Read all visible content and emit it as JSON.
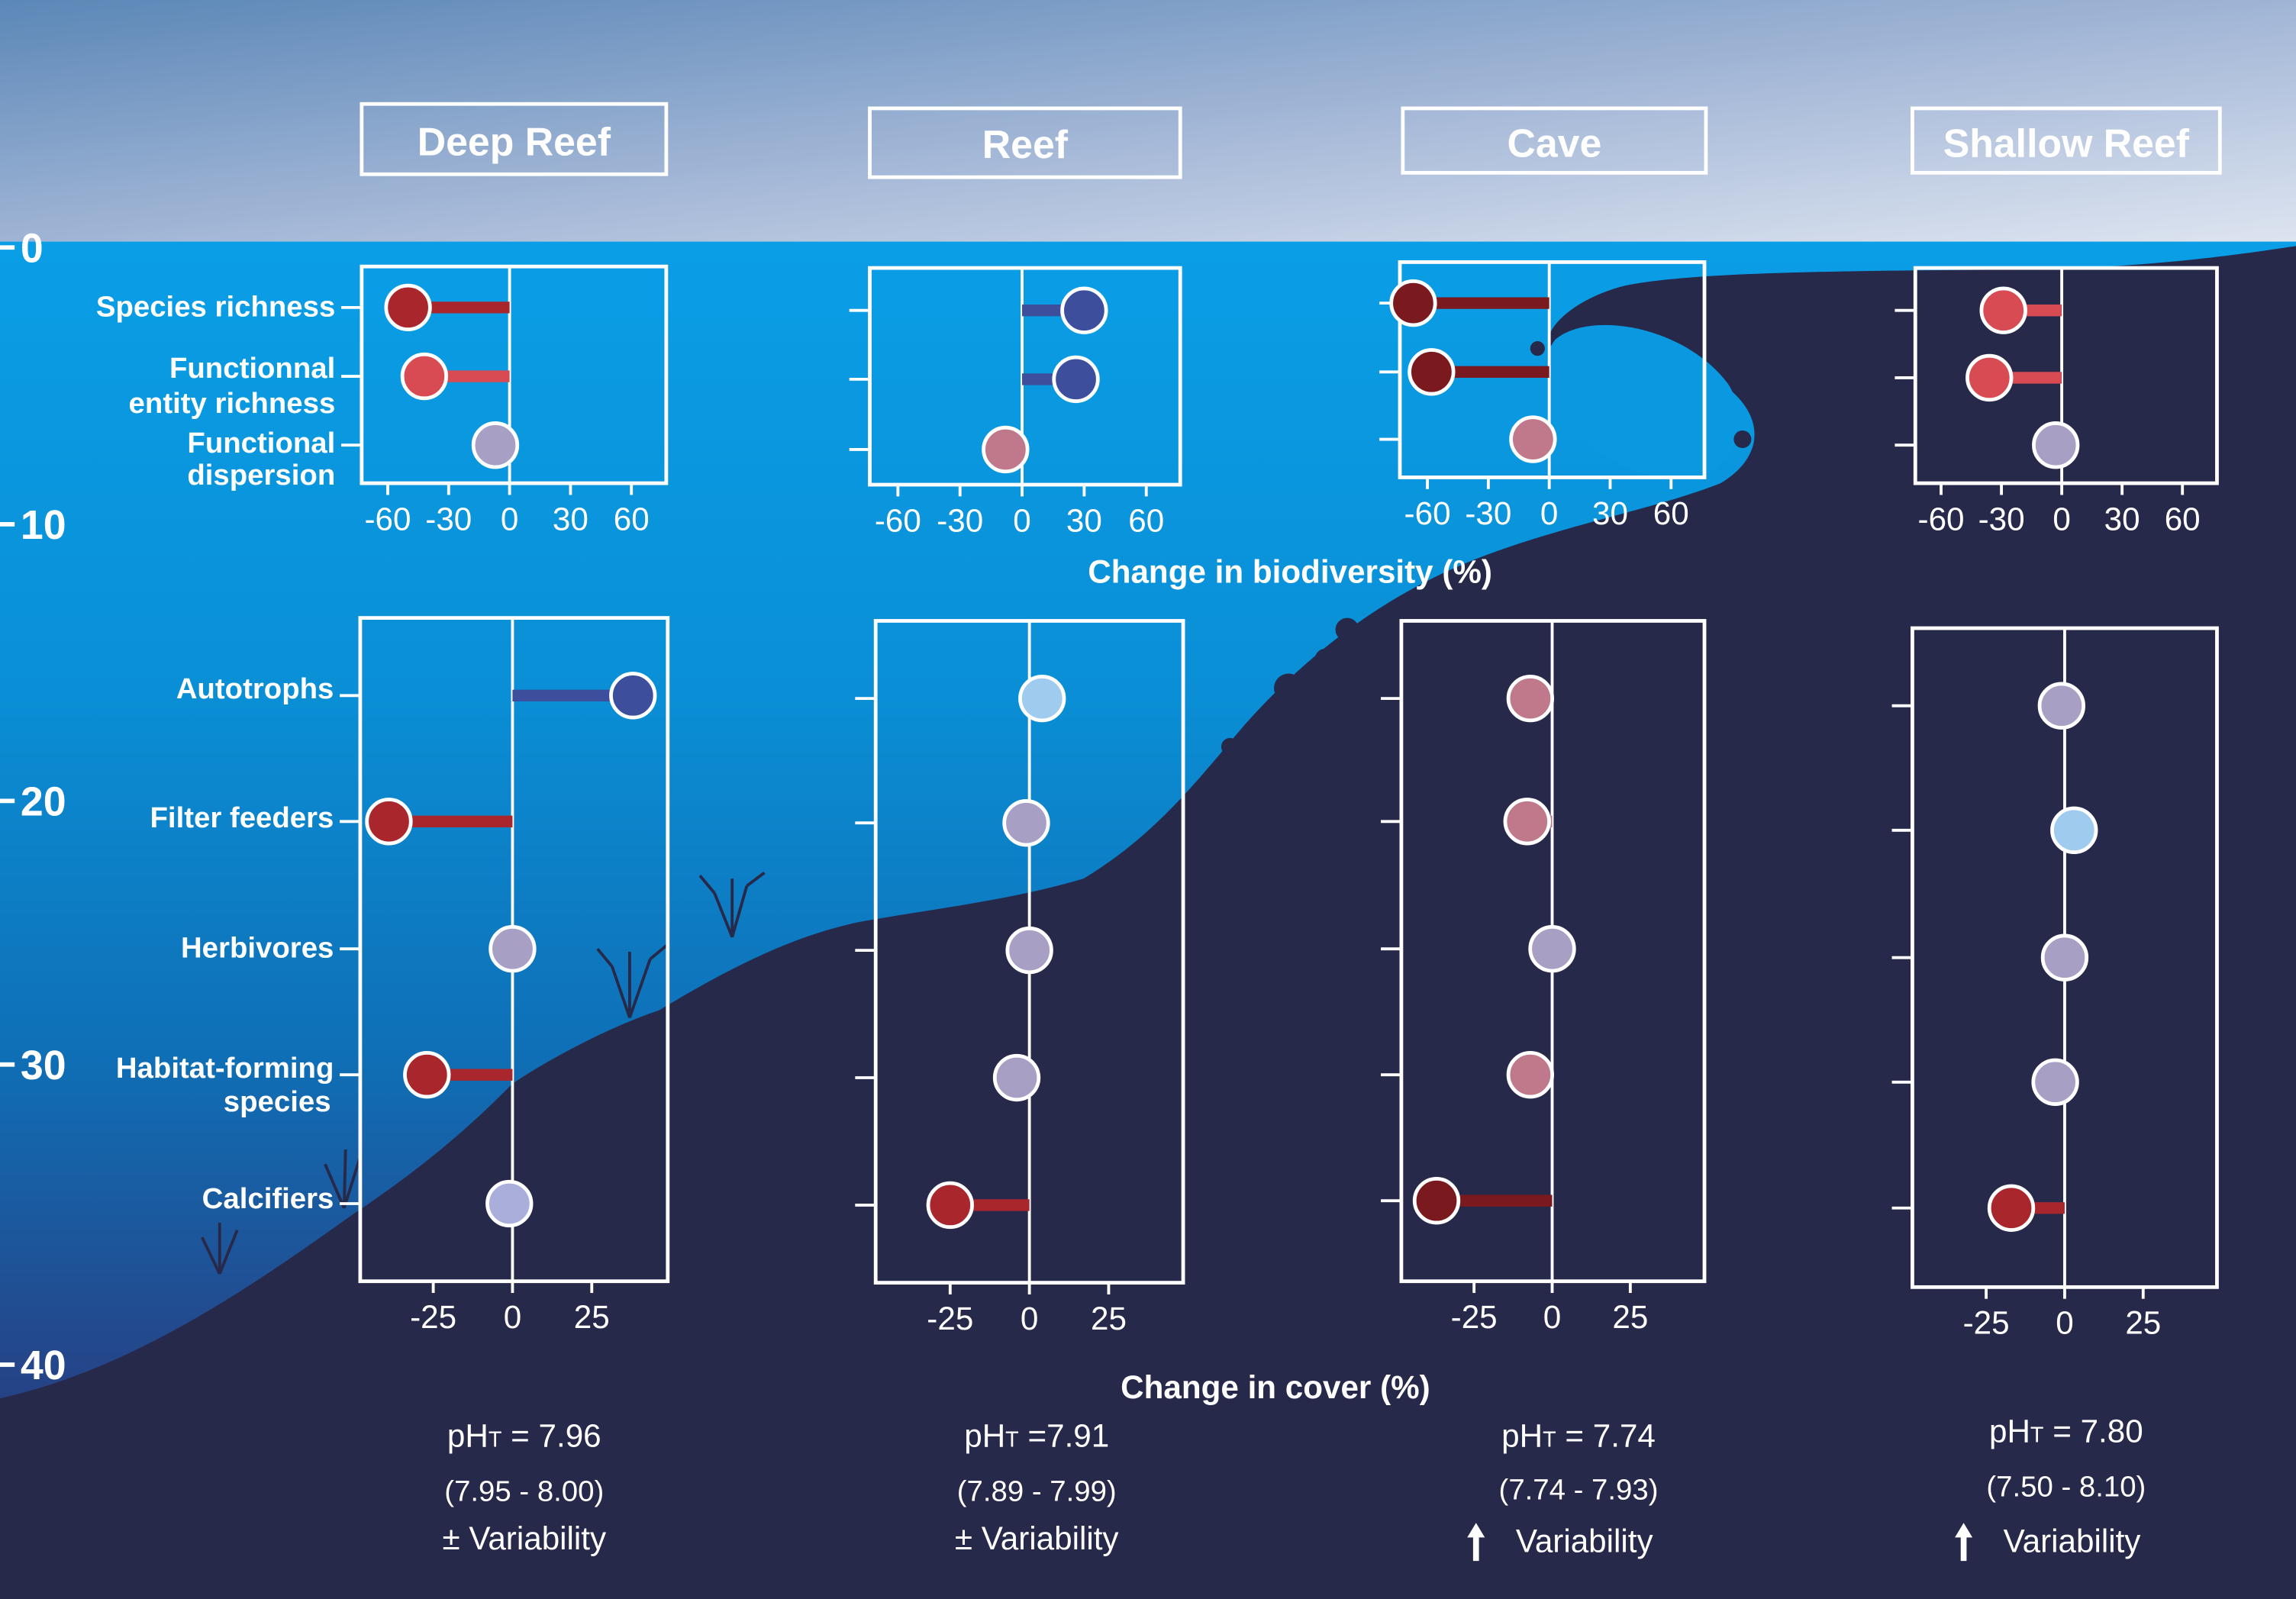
{
  "colors": {
    "panel_frame": "#ffffff",
    "seafloor": "#27294a",
    "water_top": "#0a9ee6",
    "sky_top": "#5b87b7",
    "sky_bottom": "#c9d4e8",
    "dot_strong_decrease": "#7a1a1e",
    "dot_decrease": "#aa262d",
    "dot_mild_decrease": "#d94b52",
    "dot_no_change_neg": "#c0798a",
    "dot_no_change": "#a89fc4",
    "dot_increase": "#3d4f9c",
    "dot_light_increase": "#9ecbee"
  },
  "depth_axis": {
    "ticks": [
      "0",
      "10",
      "20",
      "30",
      "40"
    ]
  },
  "row_labels": {
    "biodiversity": [
      [
        "Species richness"
      ],
      [
        "Functionnal",
        "entity richness"
      ],
      [
        "Functional",
        "dispersion"
      ]
    ],
    "cover": [
      [
        "Autotrophs"
      ],
      [
        "Filter feeders"
      ],
      [
        "Herbivores"
      ],
      [
        "Habitat-forming",
        "species"
      ],
      [
        "Calcifiers"
      ]
    ]
  },
  "axis_titles": {
    "biodiversity": "Change in biodiversity (%)",
    "cover": "Change in cover (%)"
  },
  "chart_data": [
    {
      "type": "dot",
      "panel": "biodiversity",
      "site": "Deep Reef",
      "xlabel": "Change in biodiversity (%)",
      "xlim": [
        -75,
        75
      ],
      "xticks": [
        -60,
        -30,
        0,
        30,
        60
      ],
      "categories": [
        "Species richness",
        "Functionnal entity richness",
        "Functional dispersion"
      ],
      "values": [
        -50,
        -42,
        -7
      ],
      "colors": [
        "#aa262d",
        "#d94b52",
        "#a89fc4"
      ]
    },
    {
      "type": "dot",
      "panel": "biodiversity",
      "site": "Reef",
      "xlabel": "Change in biodiversity (%)",
      "xlim": [
        -75,
        75
      ],
      "xticks": [
        -60,
        -30,
        0,
        30,
        60
      ],
      "categories": [
        "Species richness",
        "Functionnal entity richness",
        "Functional dispersion"
      ],
      "values": [
        30,
        26,
        -8
      ],
      "colors": [
        "#3d4f9c",
        "#3d4f9c",
        "#c0798a"
      ]
    },
    {
      "type": "dot",
      "panel": "biodiversity",
      "site": "Cave",
      "xlabel": "Change in biodiversity (%)",
      "xlim": [
        -75,
        75
      ],
      "xticks": [
        -60,
        -30,
        0,
        30,
        60
      ],
      "categories": [
        "Species richness",
        "Functionnal entity richness",
        "Functional dispersion"
      ],
      "values": [
        -67,
        -58,
        -8
      ],
      "colors": [
        "#7a1a1e",
        "#7a1a1e",
        "#c0798a"
      ]
    },
    {
      "type": "dot",
      "panel": "biodiversity",
      "site": "Shallow Reef",
      "xlabel": "Change in biodiversity (%)",
      "xlim": [
        -75,
        75
      ],
      "xticks": [
        -60,
        -30,
        0,
        30,
        60
      ],
      "categories": [
        "Species richness",
        "Functionnal entity richness",
        "Functional dispersion"
      ],
      "values": [
        -29,
        -36,
        -3
      ],
      "colors": [
        "#d94b52",
        "#d94b52",
        "#a89fc4"
      ]
    },
    {
      "type": "dot",
      "panel": "cover",
      "site": "Deep Reef",
      "xlabel": "Change in cover (%)",
      "xlim": [
        -48,
        49
      ],
      "xticks": [
        -25,
        0,
        25
      ],
      "categories": [
        "Autotrophs",
        "Filter feeders",
        "Herbivores",
        "Habitat-forming species",
        "Calcifiers"
      ],
      "values": [
        38,
        -39,
        0,
        -27,
        -1
      ],
      "colors": [
        "#3d4f9c",
        "#aa262d",
        "#a89fc4",
        "#aa262d",
        "#a9aedb"
      ]
    },
    {
      "type": "dot",
      "panel": "cover",
      "site": "Reef",
      "xlabel": "Change in cover (%)",
      "xlim": [
        -48,
        49
      ],
      "xticks": [
        -25,
        0,
        25
      ],
      "categories": [
        "Autotrophs",
        "Filter feeders",
        "Herbivores",
        "Habitat-forming species",
        "Calcifiers"
      ],
      "values": [
        4,
        -1,
        0,
        -4,
        -25
      ],
      "colors": [
        "#9ecbee",
        "#a89fc4",
        "#a89fc4",
        "#a89fc4",
        "#aa262d"
      ]
    },
    {
      "type": "dot",
      "panel": "cover",
      "site": "Cave",
      "xlabel": "Change in cover (%)",
      "xlim": [
        -48,
        49
      ],
      "xticks": [
        -25,
        0,
        25
      ],
      "categories": [
        "Autotrophs",
        "Filter feeders",
        "Herbivores",
        "Habitat-forming species",
        "Calcifiers"
      ],
      "values": [
        -7,
        -8,
        0,
        -7,
        -37
      ],
      "colors": [
        "#c0798a",
        "#c0798a",
        "#a89fc4",
        "#c0798a",
        "#7a1a1e"
      ]
    },
    {
      "type": "dot",
      "panel": "cover",
      "site": "Shallow Reef",
      "xlabel": "Change in cover (%)",
      "xlim": [
        -48,
        49
      ],
      "xticks": [
        -25,
        0,
        25
      ],
      "categories": [
        "Autotrophs",
        "Filter feeders",
        "Herbivores",
        "Habitat-forming species",
        "Calcifiers"
      ],
      "values": [
        -1,
        3,
        0,
        -3,
        -17
      ],
      "colors": [
        "#a89fc4",
        "#9ecbee",
        "#a89fc4",
        "#a89fc4",
        "#aa262d"
      ]
    }
  ],
  "sites": [
    {
      "title": "Deep Reef",
      "ph_prefix": "pH",
      "ph_sub": "T",
      "ph_value": " = 7.96",
      "ph_range": "(7.95 - 8.00)",
      "variability_symbol": "±",
      "variability_icon": "",
      "variability_label": "Variability"
    },
    {
      "title": "Reef",
      "ph_prefix": "pH",
      "ph_sub": "T",
      "ph_value": " =7.91",
      "ph_range": "(7.89 - 7.99)",
      "variability_symbol": "±",
      "variability_icon": "",
      "variability_label": "Variability"
    },
    {
      "title": "Cave",
      "ph_prefix": "pH",
      "ph_sub": "T",
      "ph_value": " = 7.74",
      "ph_range": "(7.74 - 7.93)",
      "variability_symbol": "",
      "variability_icon": "up-arrow-icon",
      "variability_label": "Variability"
    },
    {
      "title": "Shallow Reef",
      "ph_prefix": "pH",
      "ph_sub": "T",
      "ph_value": " = 7.80",
      "ph_range": "(7.50 - 8.10)",
      "variability_symbol": "",
      "variability_icon": "up-arrow-icon",
      "variability_label": "Variability"
    }
  ]
}
